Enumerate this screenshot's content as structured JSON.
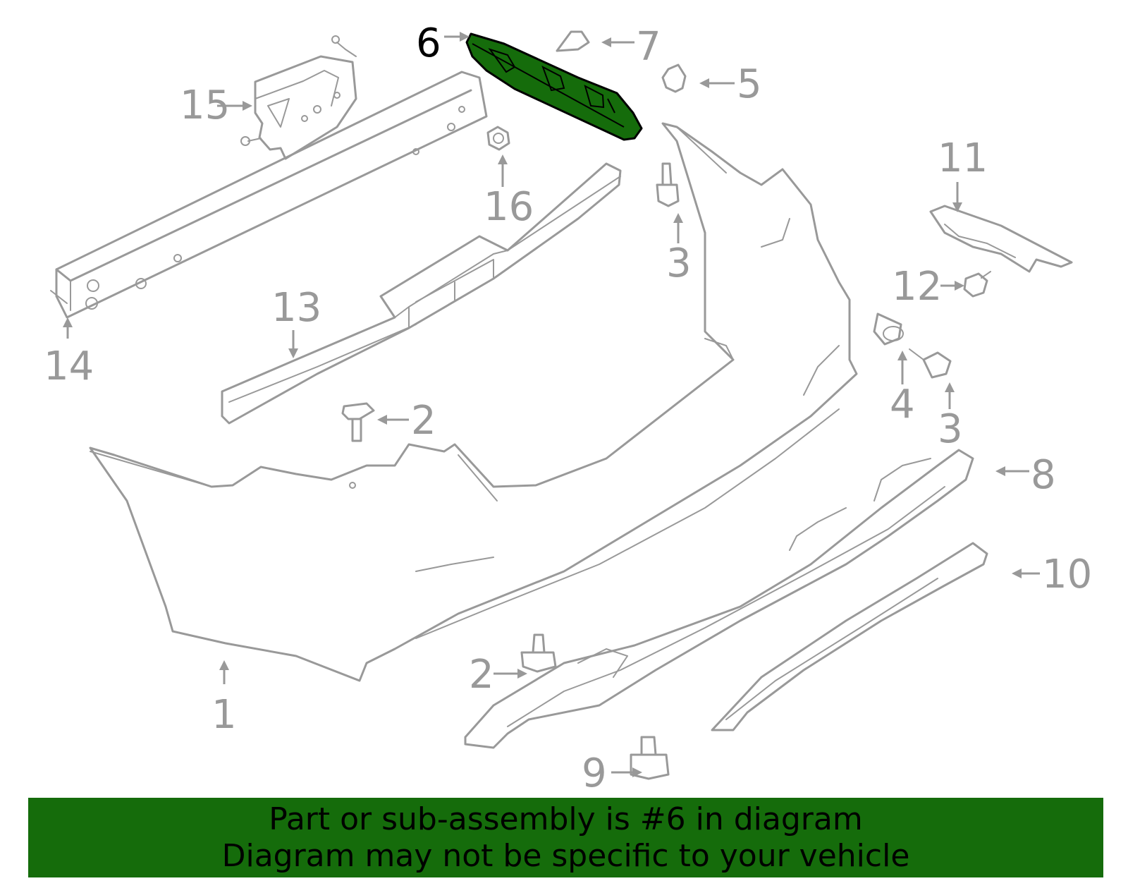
{
  "diagram": {
    "highlight_color": "#156c0b",
    "line_color": "#999999",
    "callouts": {
      "c1": "1",
      "c2a": "2",
      "c2b": "2",
      "c3a": "3",
      "c3b": "3",
      "c4": "4",
      "c5": "5",
      "c6": "6",
      "c7": "7",
      "c8": "8",
      "c9": "9",
      "c10": "10",
      "c11": "11",
      "c12": "12",
      "c13": "13",
      "c14": "14",
      "c15": "15",
      "c16": "16"
    },
    "highlighted_part": "6"
  },
  "banner": {
    "line1": "Part or sub-assembly is #6 in diagram",
    "line2": "Diagram may not be specific to your vehicle",
    "background": "#156c0b"
  }
}
